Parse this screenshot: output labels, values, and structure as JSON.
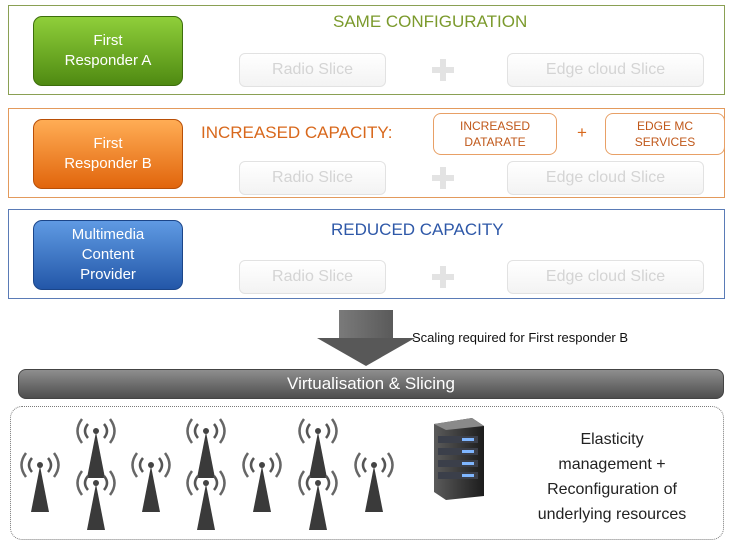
{
  "panels": [
    {
      "role": [
        "First",
        "Responder A"
      ],
      "title": "SAME CONFIGURATION",
      "title_color": "#7b9a2c"
    },
    {
      "role": [
        "First",
        "Responder B"
      ],
      "title": "INCREASED CAPACITY:",
      "title_color": "#d8681c",
      "tags": [
        [
          "INCREASED",
          "DATARATE"
        ],
        [
          "EDGE MC",
          "SERVICES"
        ]
      ],
      "tag_join": "+"
    },
    {
      "role": [
        "Multimedia",
        "Content",
        "Provider"
      ],
      "title": "REDUCED CAPACITY",
      "title_color": "#2e58a8"
    }
  ],
  "slices": {
    "radio": "Radio Slice",
    "edge": "Edge cloud Slice"
  },
  "scaling_note": "Scaling required for First responder B",
  "virtualisation": "Virtualisation & Slicing",
  "elasticity": [
    "Elasticity",
    "management +",
    "Reconfiguration of",
    "underlying resources"
  ],
  "icons": {
    "antenna": "radio-antenna-icon",
    "server": "server-rack-icon"
  }
}
